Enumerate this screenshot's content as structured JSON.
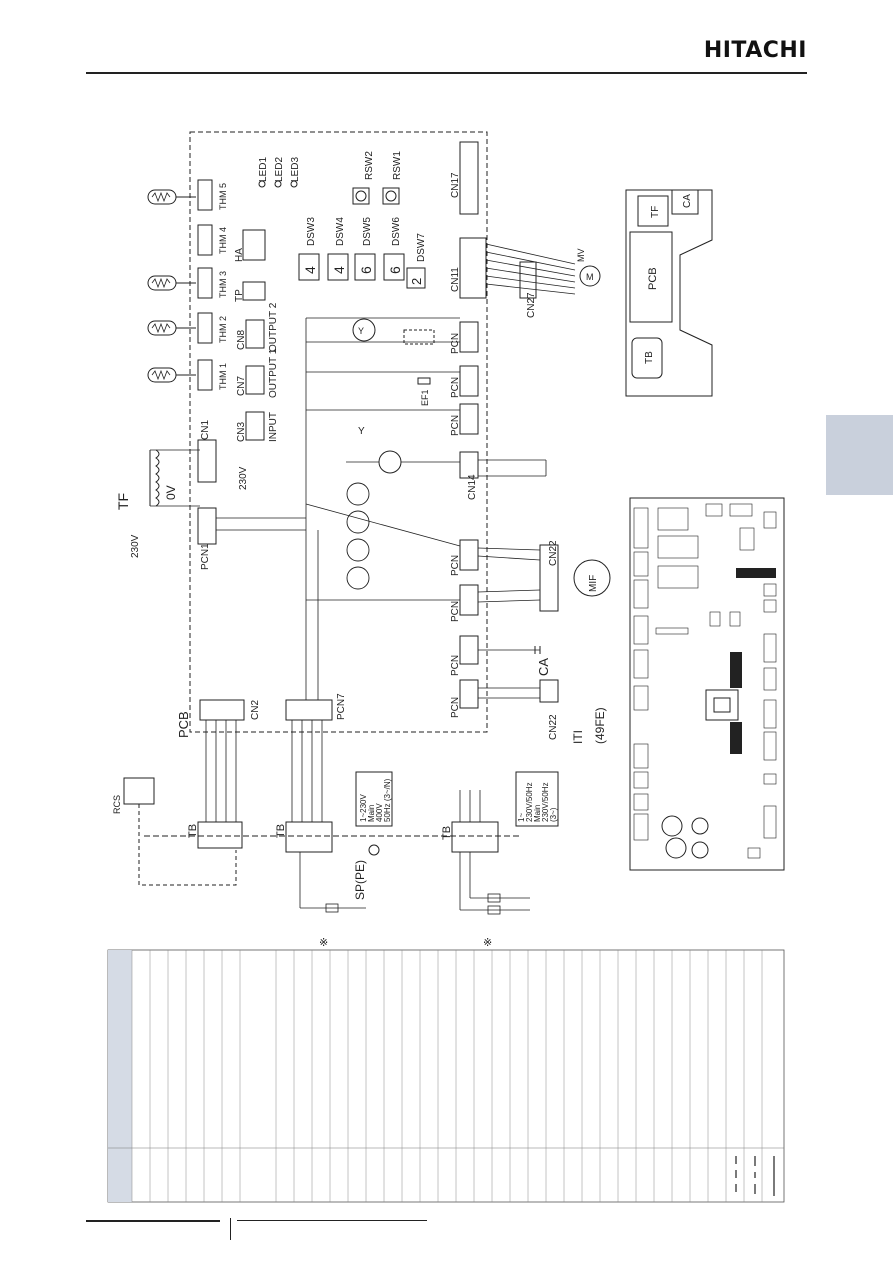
{
  "header": {
    "brand": "HITACHI"
  },
  "colors": {
    "tab": "#c9d0dc",
    "ink": "#222222",
    "table_shade": "#d5dbe5"
  },
  "diagram": {
    "pcb": "PCB",
    "tf": "TF",
    "v230": "230V",
    "v0": "0V",
    "rcs": "RCS",
    "tb": "TB",
    "cn1": "CN1",
    "cn2": "CN2",
    "cn3": "CN3",
    "cn7": "CN7",
    "cn8": "CN8",
    "cn11": "CN11",
    "cn14": "CN14",
    "cn17": "CN17",
    "cn22": "CN22",
    "cn27": "CN27",
    "pcn1": "PCN1",
    "pcn7": "PCN7",
    "input": "INPUT",
    "output1": "OUTPUT 1",
    "output2": "OUTPUT 2",
    "ha": "HA",
    "tp": "TP",
    "thm1": "THM 1",
    "thm2": "THM 2",
    "thm3": "THM 3",
    "thm4": "THM 4",
    "thm5": "THM 5",
    "led1": "LED1",
    "led2": "LED2",
    "led3": "LED3",
    "rsw1": "RSW1",
    "rsw2": "RSW2",
    "dsw3": "DSW3",
    "dsw4": "DSW4",
    "dsw5": "DSW5",
    "dsw6": "DSW6",
    "dsw7": "DSW7",
    "dsw3_val": "4",
    "dsw4_val": "4",
    "dsw5_val": "6",
    "dsw6_val": "6",
    "dsw7_val": "2",
    "mv": "MV",
    "m": "M",
    "mf": "MIF",
    "ca": "CA",
    "ef1": "EF1",
    "iti": "ITI",
    "fe49": "(49FE)",
    "sp_pe": "SP(PE)",
    "pcn": "PCN",
    "box1": [
      "1~230V",
      "Main",
      "400V",
      "50Hz (3~/N)"
    ],
    "box2": [
      "1~",
      "230V/50Hz",
      "Main",
      "230V/50Hz",
      "(3~)"
    ],
    "mark": "※",
    "yr": "Y",
    "pcb_map": "PCB",
    "tb_map": "TB",
    "tf_map": "TF",
    "ca_map": "CA"
  }
}
